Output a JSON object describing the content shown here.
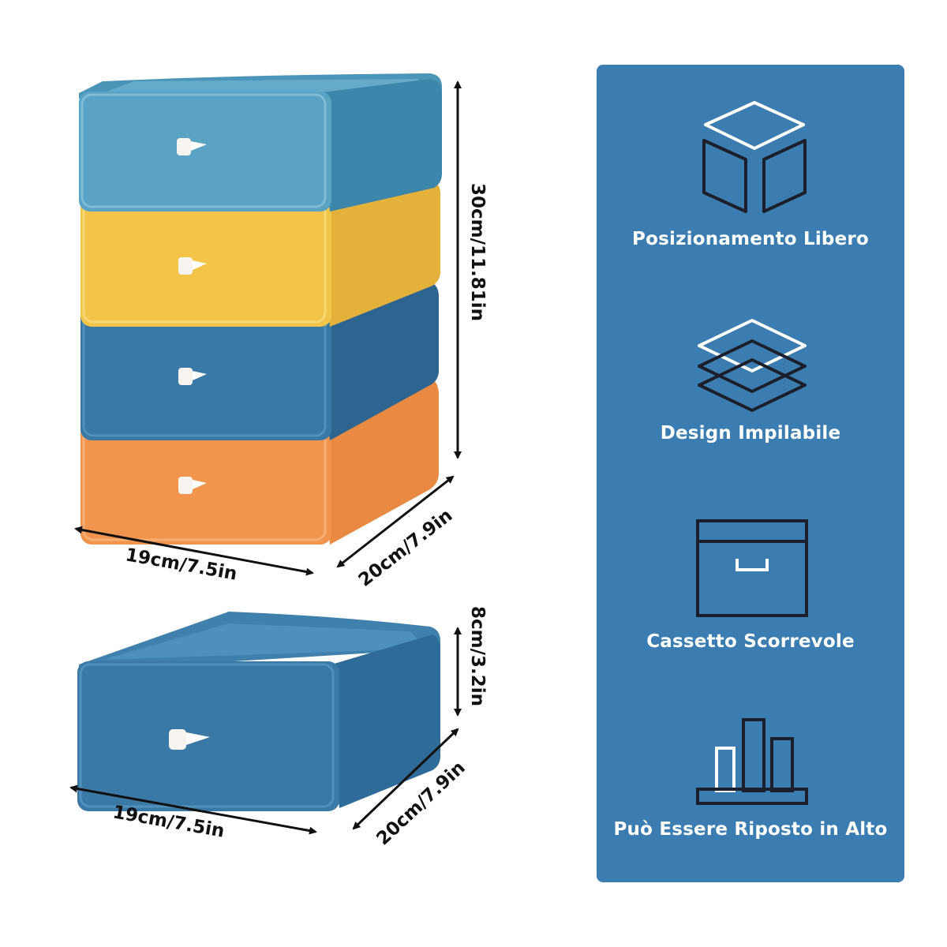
{
  "colors": {
    "panel": "#3b7db0",
    "drawer_teal": "#5aa3c4",
    "drawer_yellow": "#f2c54a",
    "drawer_blue": "#3a78a6",
    "drawer_orange": "#f0944e",
    "icon_stroke": "#1a1f2b"
  },
  "stack": {
    "drawers": [
      "teal",
      "yellow",
      "blue",
      "orange"
    ],
    "height_label": "30cm/11.81in",
    "width_label": "19cm/7.5in",
    "depth_label": "20cm/7.9in"
  },
  "single": {
    "height_label": "8cm/3.2in",
    "width_label": "19cm/7.5in",
    "depth_label": "20cm/7.9in"
  },
  "features": [
    {
      "icon": "open-box-icon",
      "label": "Posizionamento Libero"
    },
    {
      "icon": "layers-icon",
      "label": "Design Impilabile"
    },
    {
      "icon": "drawer-icon",
      "label": "Cassetto Scorrevole"
    },
    {
      "icon": "books-icon",
      "label": "Può Essere Riposto in Alto"
    }
  ]
}
